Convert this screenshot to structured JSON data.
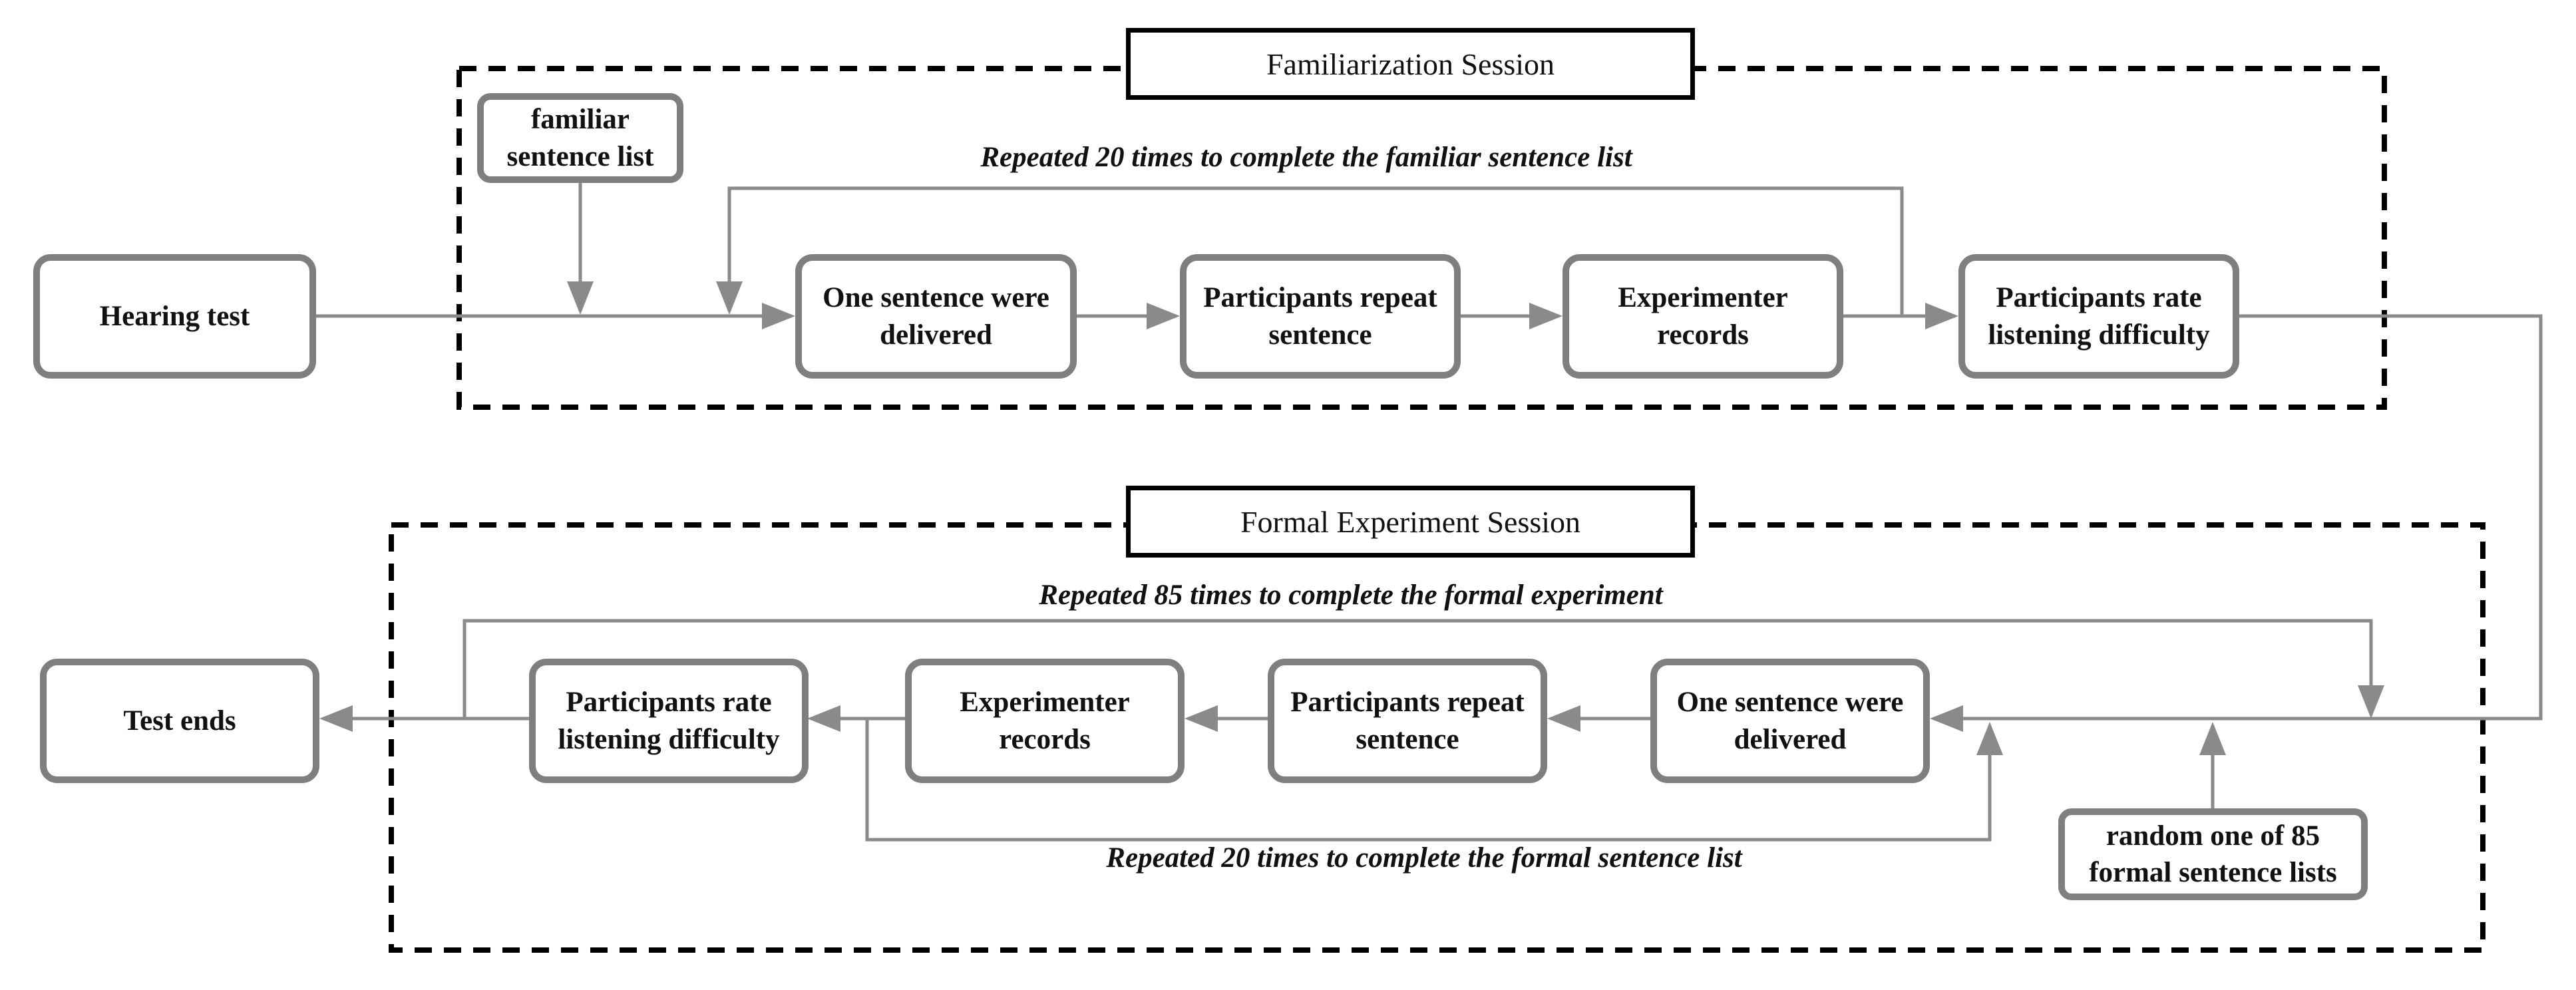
{
  "colors": {
    "box_border": "#7f7f7f",
    "connector": "#8a8a8a",
    "session_border": "#000000",
    "text": "#111111"
  },
  "sessions": {
    "familiarization": {
      "title": "Familiarization Session"
    },
    "formal": {
      "title": "Formal Experiment Session"
    }
  },
  "nodes": {
    "hearing_test": "Hearing test",
    "familiar_list": "familiar\nsentence list",
    "fam_delivered": "One sentence were\ndelivered",
    "fam_repeat": "Participants repeat\nsentence",
    "fam_records": "Experimenter\nrecords",
    "fam_rate": "Participants rate\nlistening difficulty",
    "formal_delivered": "One sentence were\ndelivered",
    "formal_repeat": "Participants repeat\nsentence",
    "formal_records": "Experimenter\nrecords",
    "formal_rate": "Participants rate\nlistening difficulty",
    "test_ends": "Test ends",
    "random_list": "random one of 85\nformal sentence lists"
  },
  "loops": {
    "familiar_20": "Repeated 20 times to complete the familiar sentence list",
    "formal_85": "Repeated 85 times to complete the formal experiment",
    "formal_20": "Repeated 20 times to complete the formal sentence list"
  }
}
